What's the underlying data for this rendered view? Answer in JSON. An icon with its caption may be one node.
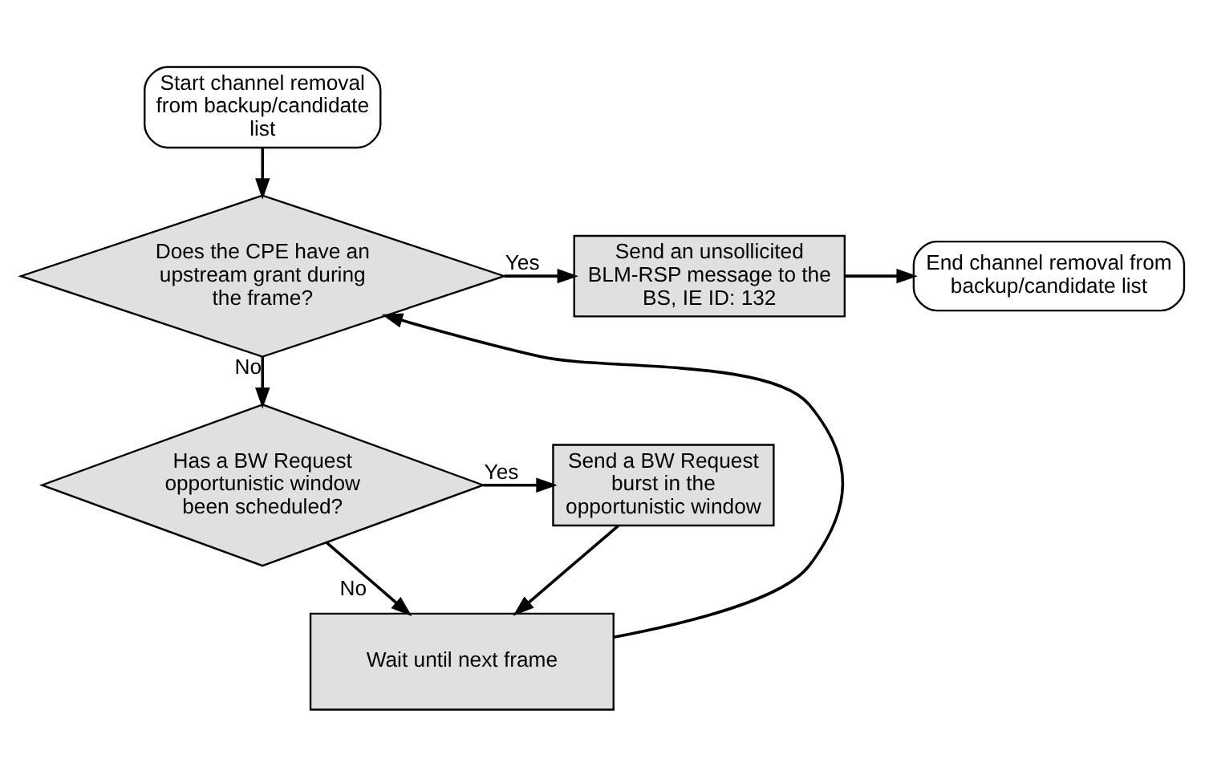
{
  "diagram": {
    "nodes": [
      {
        "text": [
          "Start channel removal from backup/candidate list"
        ]
      },
      {
        "text": [
          "Does the CPE have an upstream grant during the frame?"
        ]
      },
      {
        "text": [
          "Send an unsollicited BLM-RSP message to the BS, IE ID: 132"
        ]
      },
      {
        "text": [
          "End channel removal from backup/candidate list"
        ]
      },
      {
        "text": [
          "Has a BW Request opportunistic window been scheduled?"
        ]
      },
      {
        "text": [
          "Send a BW Request burst in the opportunistic window"
        ]
      },
      {
        "text": [
          "Wait until next frame"
        ]
      }
    ],
    "edges": [
      {
        "from": 0,
        "to": 1,
        "arrow": "to"
      },
      {
        "from": 1,
        "to": 2,
        "arrow": "to",
        "label": "Yes"
      },
      {
        "from": 2,
        "to": 3,
        "arrow": "to"
      },
      {
        "from": 1,
        "to": 4,
        "arrow": "to",
        "label": "No"
      },
      {
        "from": 4,
        "to": 5,
        "arrow": "to",
        "label": "Yes"
      },
      {
        "from": 4,
        "to": 6,
        "arrow": "to",
        "label": "No"
      },
      {
        "from": 5,
        "to": 6,
        "arrow": "to"
      },
      {
        "from": 6,
        "to": 1,
        "arrow": "to"
      }
    ]
  }
}
